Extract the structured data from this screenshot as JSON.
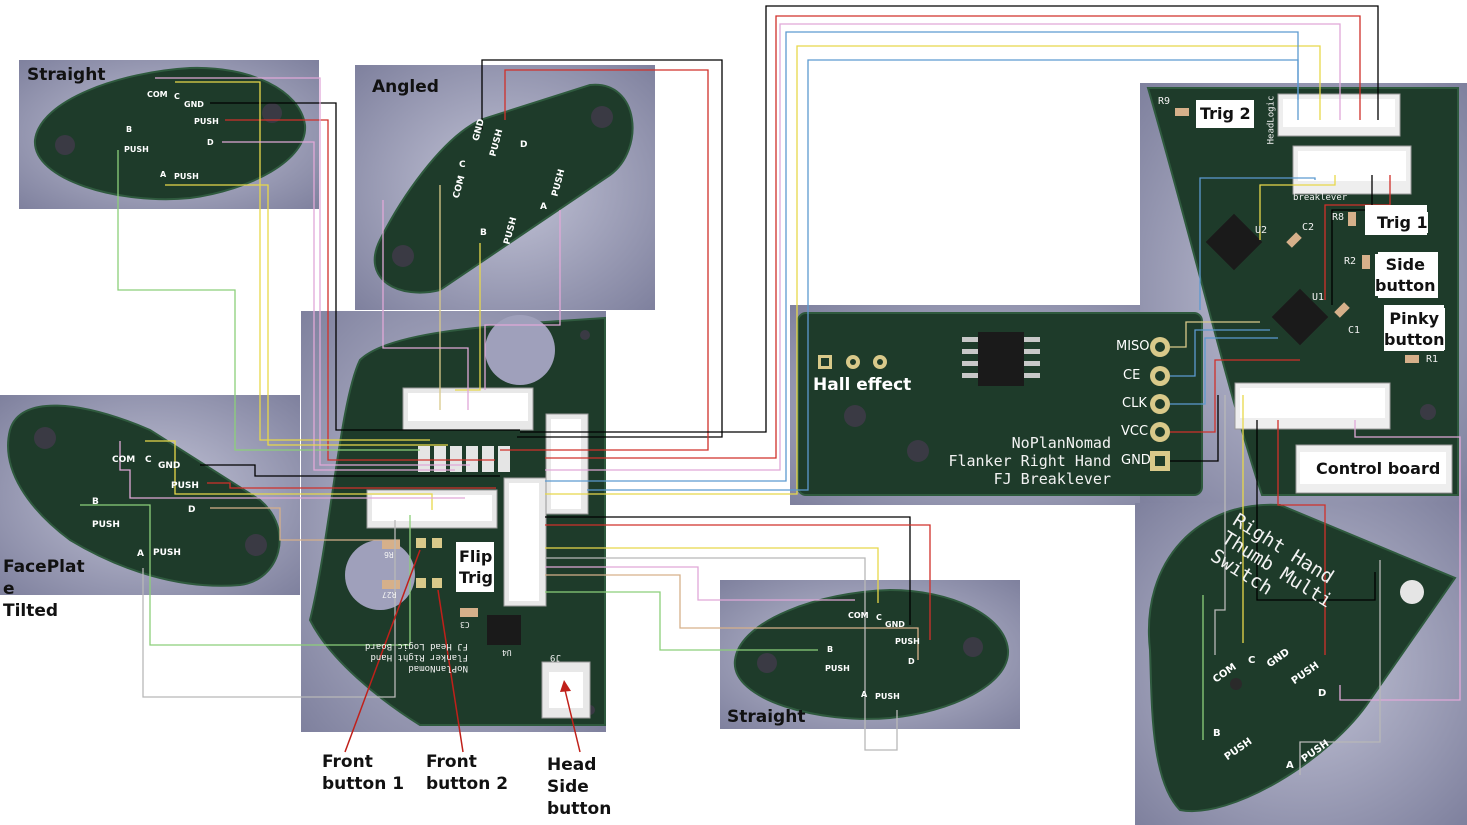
{
  "labels": {
    "straight_top": "Straight",
    "angled": "Angled",
    "faceplate_tilted": "FacePlat\ne\nTilted",
    "straight_bottom": "Straight",
    "hall_effect": "Hall effect",
    "flip_trig": "Flip\nTrig",
    "front_button_1": "Front\nbutton 1",
    "front_button_2": "Front\nbutton 2",
    "head_side_button": "Head\nSide\nbutton",
    "trig_2": "Trig 2",
    "trig_1": "Trig 1",
    "side_button": "Side\nbutton",
    "pinky_button": "Pinky\nbutton",
    "control_board": "Control board"
  },
  "pads": {
    "com": "COM",
    "c": "C",
    "gnd": "GND",
    "push": "PUSH",
    "d": "D",
    "b": "B",
    "a": "A",
    "miso": "MISO",
    "ce": "CE",
    "clk": "CLK",
    "vcc": "VCC",
    "gnd_bus": "GND"
  },
  "silkscreen": {
    "hall_board": "NoPlanNomad\nFlanker Right Hand\nFJ Breaklever",
    "head_board": "NoPlanNomad\nFlanker Right Hand\nFJ Head Logic Board",
    "thumb_board": "Right Hand\nThumb Multi\nSwitch",
    "headlogic": "HeadLogic",
    "breaklever": "breaklever",
    "r9": "R9",
    "r8": "R8",
    "r2": "R2",
    "r1": "R1",
    "c1": "C1",
    "c2": "C2",
    "u1": "U1",
    "u2": "U2",
    "r6": "R6",
    "r27": "R27",
    "c3": "C3",
    "u4": "U4",
    "j9": "J9"
  },
  "colors": {
    "pcb": "#1e3b2a",
    "pcb_edge": "#2f5a3e",
    "render_bg": "#9fa0bb",
    "pad_ring": "#d9c98a",
    "wire_black": "#000000",
    "wire_red": "#d0302a",
    "wire_yellow": "#e8d84a",
    "wire_blue": "#5c9ad0",
    "wire_pink": "#e0a8d8",
    "wire_green": "#8ccf7a",
    "wire_gray": "#b8b8b8",
    "wire_tan": "#d6b08a"
  }
}
